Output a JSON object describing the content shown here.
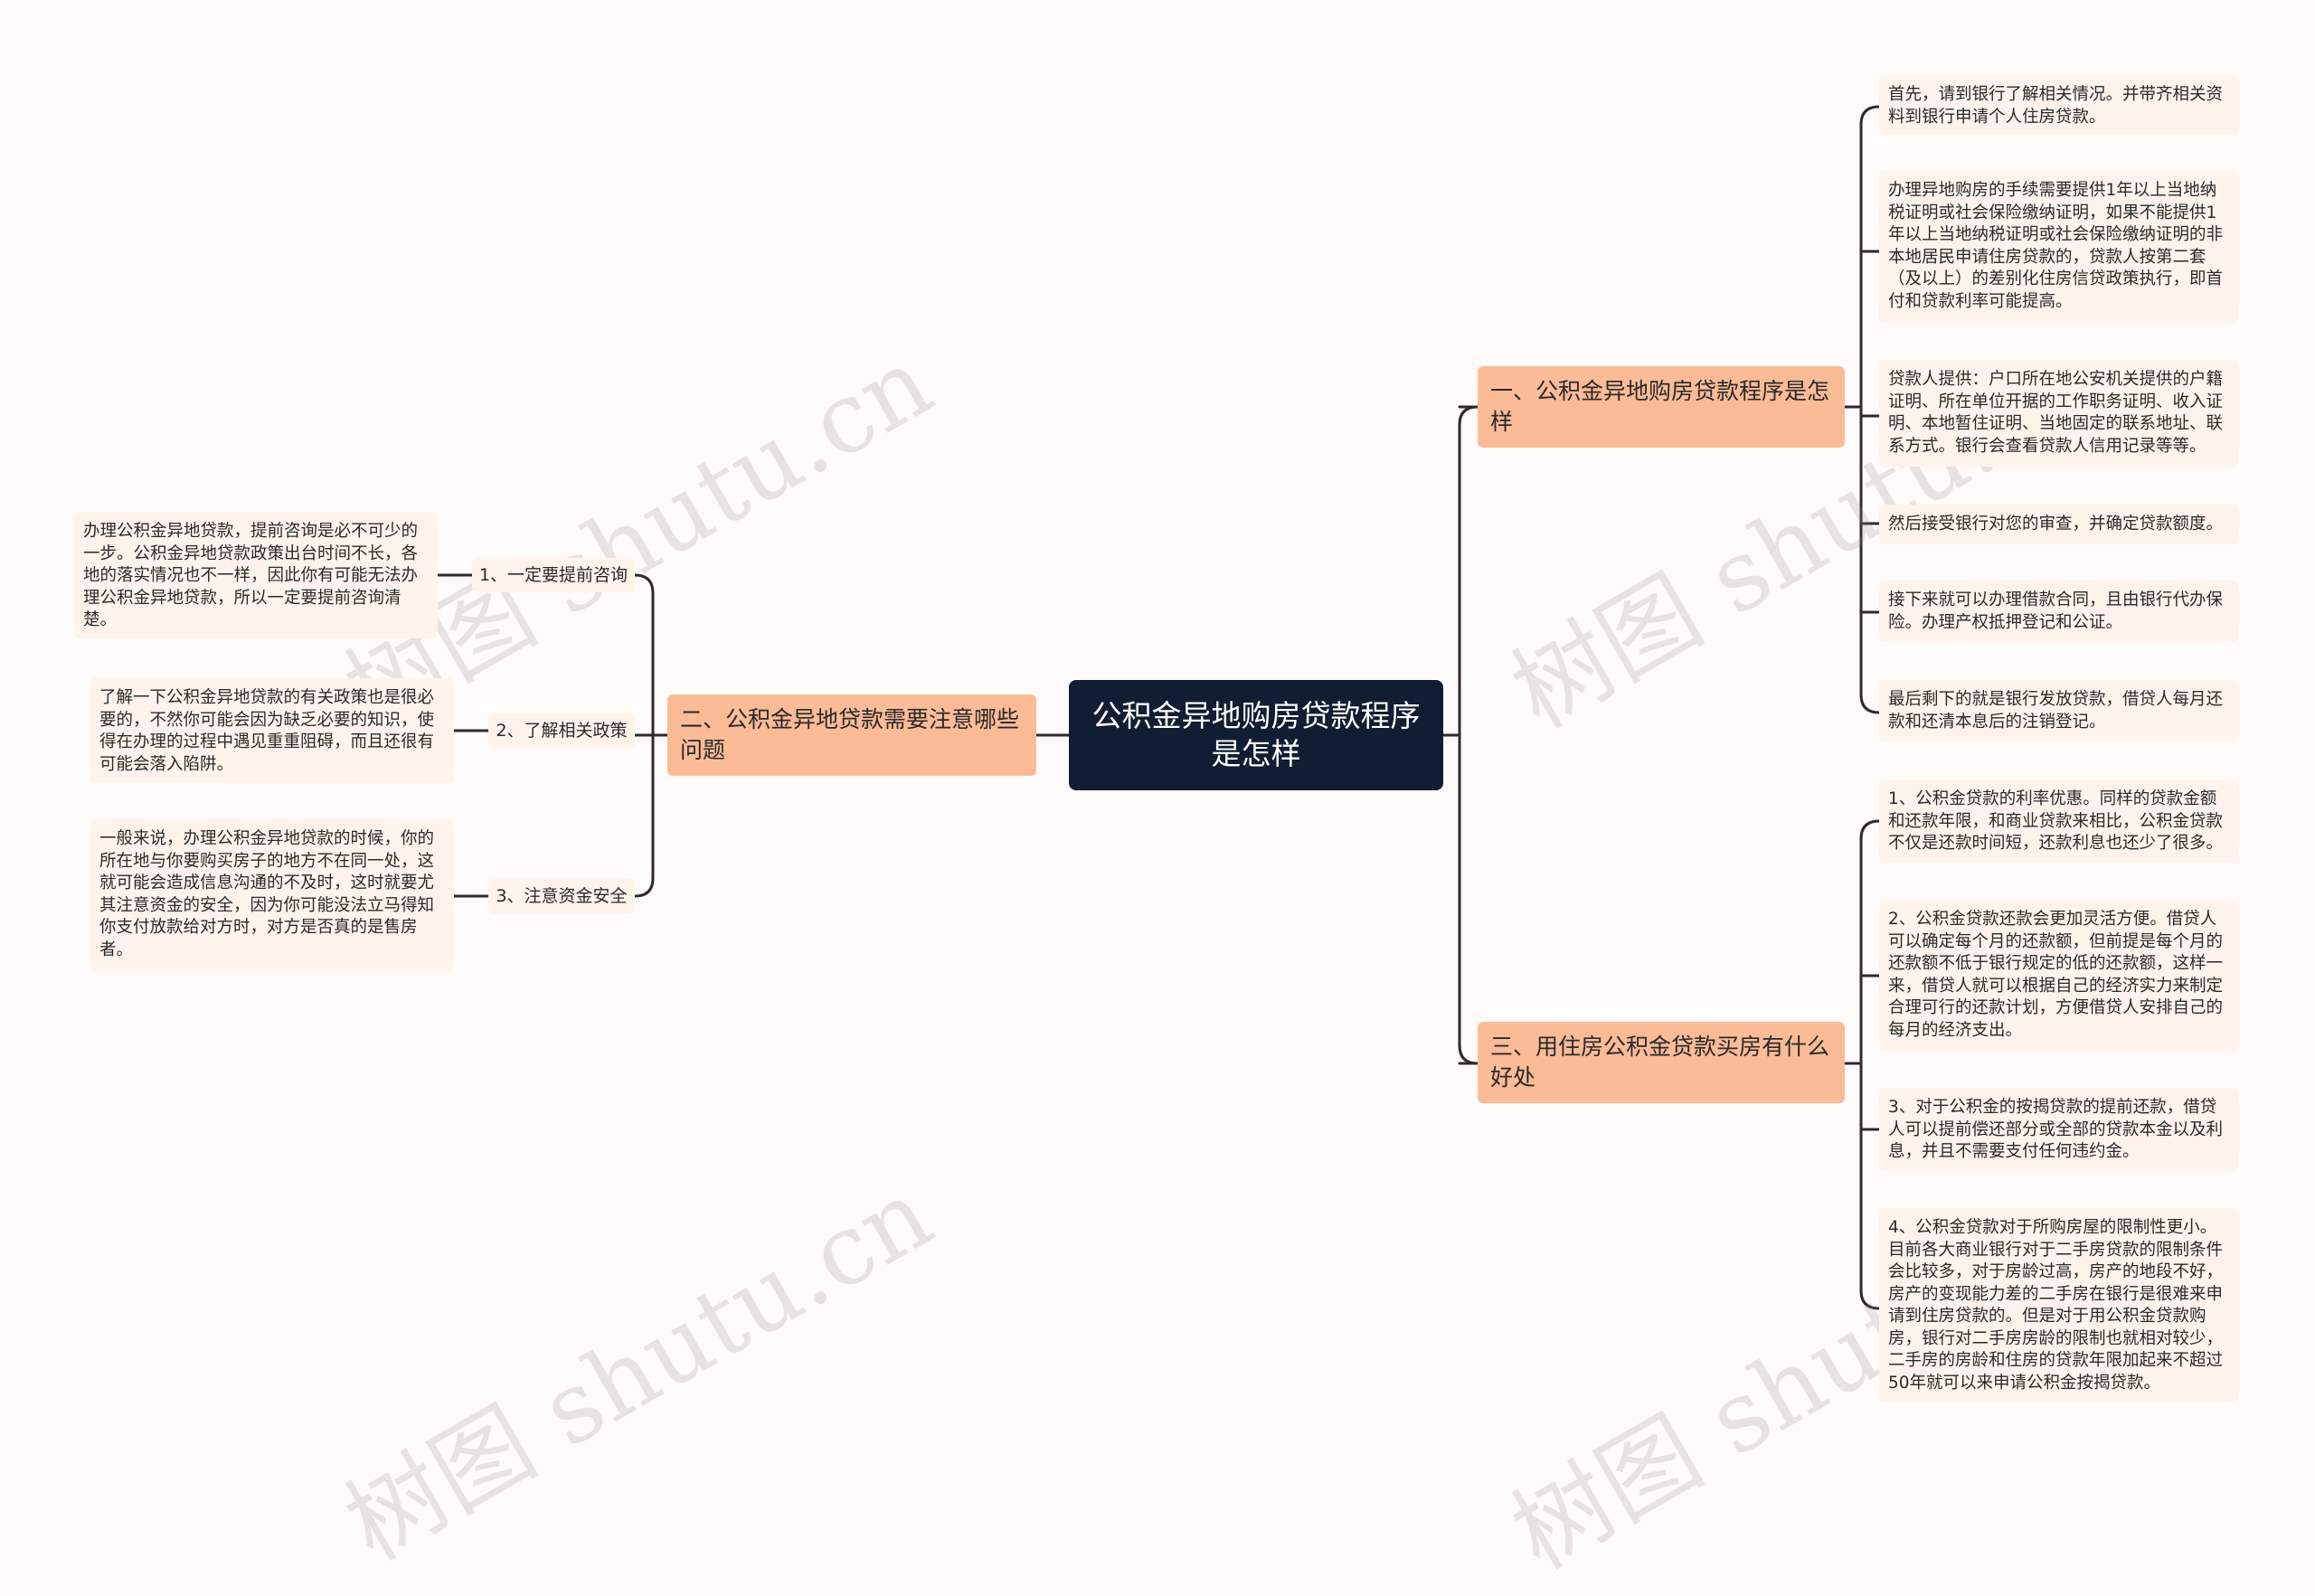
{
  "watermark": "树图 shutu.cn",
  "root": "公积金异地购房贷款程序是怎样",
  "left_branch": {
    "title": "二、公积金异地贷款需要注意哪些问题",
    "items": [
      {
        "label": "1、一定要提前咨询",
        "text": "办理公积金异地贷款，提前咨询是必不可少的一步。公积金异地贷款政策出台时间不长，各地的落实情况也不一样，因此你有可能无法办理公积金异地贷款，所以一定要提前咨询清楚。"
      },
      {
        "label": "2、了解相关政策",
        "text": "了解一下公积金异地贷款的有关政策也是很必要的，不然你可能会因为缺乏必要的知识，使得在办理的过程中遇见重重阻碍，而且还很有可能会落入陷阱。"
      },
      {
        "label": "3、注意资金安全",
        "text": "一般来说，办理公积金异地贷款的时候，你的所在地与你要购买房子的地方不在同一处，这就可能会造成信息沟通的不及时，这时就要尤其注意资金的安全，因为你可能没法立马得知你支付放款给对方时，对方是否真的是售房者。"
      }
    ]
  },
  "right_branch_1": {
    "title": "一、公积金异地购房贷款程序是怎样",
    "items": [
      "首先，请到银行了解相关情况。并带齐相关资料到银行申请个人住房贷款。",
      "办理异地购房的手续需要提供1年以上当地纳税证明或社会保险缴纳证明，如果不能提供1年以上当地纳税证明或社会保险缴纳证明的非本地居民申请住房贷款的，贷款人按第二套（及以上）的差别化住房信贷政策执行，即首付和贷款利率可能提高。",
      "贷款人提供：户口所在地公安机关提供的户籍证明、所在单位开据的工作职务证明、收入证明、本地暂住证明、当地固定的联系地址、联系方式。银行会查看贷款人信用记录等等。",
      "然后接受银行对您的审查，并确定贷款额度。",
      "接下来就可以办理借款合同，且由银行代办保险。办理产权抵押登记和公证。",
      "最后剩下的就是银行发放贷款，借贷人每月还款和还清本息后的注销登记。"
    ]
  },
  "right_branch_2": {
    "title": "三、用住房公积金贷款买房有什么好处",
    "items": [
      "1、公积金贷款的利率优惠。同样的贷款金额和还款年限，和商业贷款来相比，公积金贷款不仅是还款时间短，还款利息也还少了很多。",
      "2、公积金贷款还款会更加灵活方便。借贷人可以确定每个月的还款额，但前提是每个月的还款额不低于银行规定的低的还款额，这样一来，借贷人就可以根据自己的经济实力来制定合理可行的还款计划，方便借贷人安排自己的每月的经济支出。",
      "3、对于公积金的按揭贷款的提前还款，借贷人可以提前偿还部分或全部的贷款本金以及利息，并且不需要支付任何违约金。",
      "4、公积金贷款对于所购房屋的限制性更小。目前各大商业银行对于二手房贷款的限制条件会比较多，对于房龄过高，房产的地段不好，房产的变现能力差的二手房在银行是很难来申请到住房贷款的。但是对于用公积金贷款购房，银行对二手房房龄的限制也就相对较少，二手房的房龄和住房的贷款年限加起来不超过50年就可以来申请公积金按揭贷款。"
    ]
  }
}
